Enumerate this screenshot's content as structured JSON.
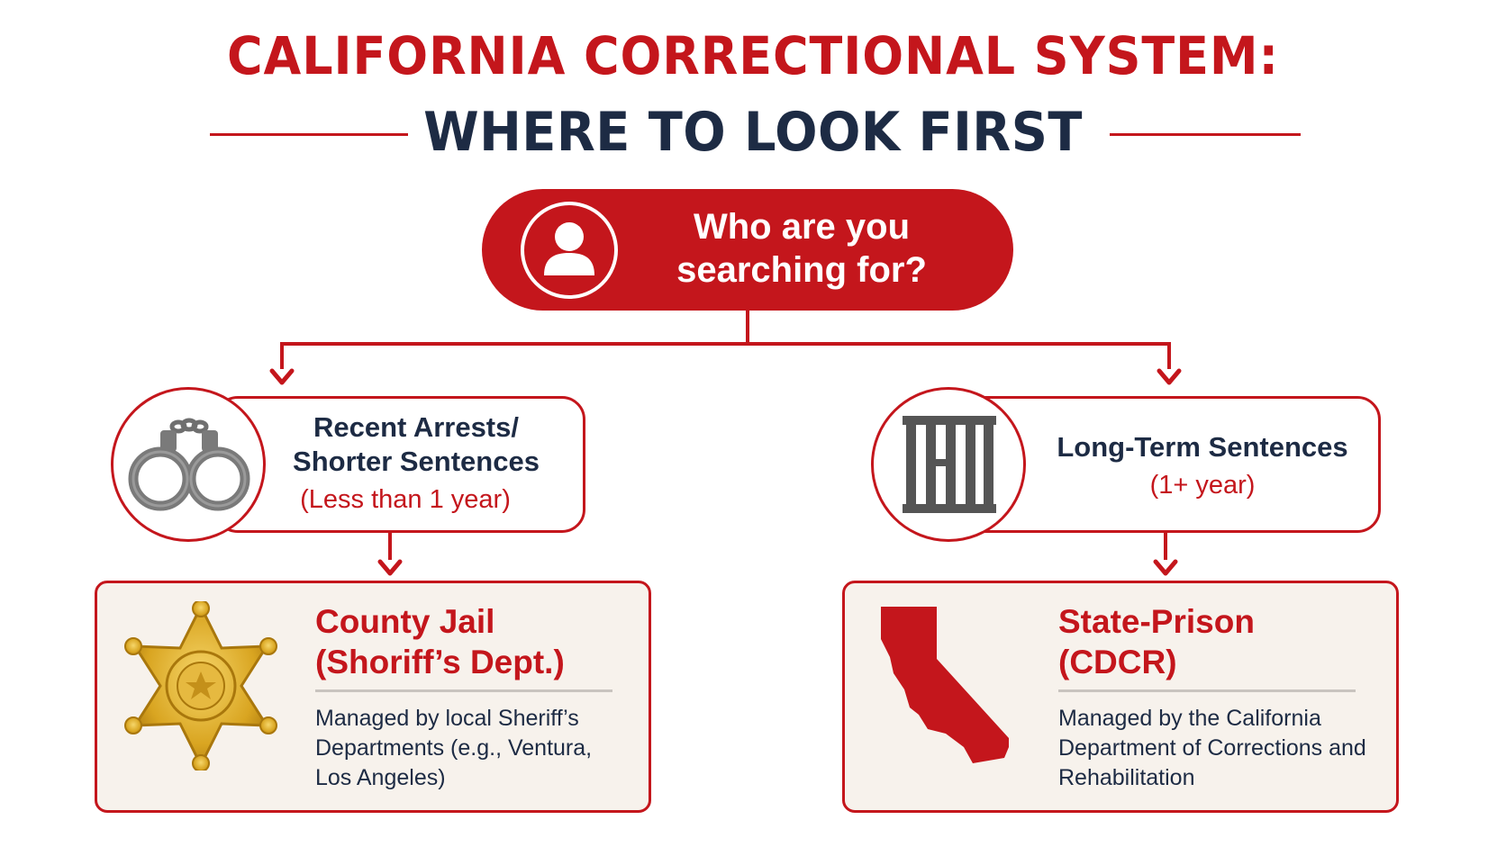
{
  "header": {
    "title_line1": "CALIFORNIA CORRECTIONAL SYSTEM:",
    "title_line2": "WHERE TO LOOK FIRST"
  },
  "question": {
    "icon": "person-icon",
    "text": "Who are you searching for?"
  },
  "branches": [
    {
      "icon": "handcuffs-icon",
      "title": "Recent Arrests/ Shorter Sentences",
      "subtitle": "(Less than 1 year)",
      "destination": {
        "icon": "sheriff-badge-icon",
        "title_line1": "County Jail",
        "title_line2": "(Shoriff’s Dept.)",
        "description": "Managed by local Sheriff’s Departments (e.g., Ventura, Los Angeles)"
      }
    },
    {
      "icon": "prison-bars-icon",
      "title": "Long-Term Sentences",
      "subtitle": "(1+ year)",
      "destination": {
        "icon": "california-map-icon",
        "title_line1": "State-Prison",
        "title_line2": "(CDCR)",
        "description": "Managed by the California Department of Corrections and Rehabilitation"
      }
    }
  ],
  "colors": {
    "accent": "#c4161c",
    "navy": "#1d2b44",
    "card_background": "#f7f2ec",
    "badge_gold": "#d9a521"
  }
}
